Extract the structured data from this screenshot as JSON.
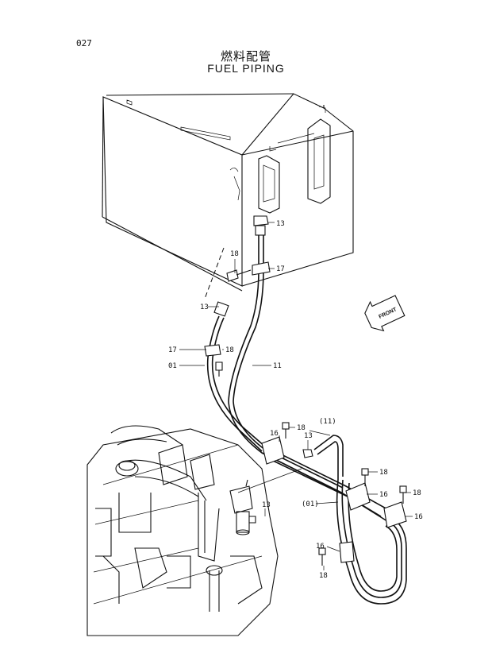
{
  "page": {
    "number": "027"
  },
  "title": {
    "japanese": "燃料配管",
    "english": "FUEL PIPING"
  },
  "front_marker": "FRONT",
  "callouts": {
    "c13_tank": "13",
    "c18_top": "18",
    "c17_top": "17",
    "c13_mid": "13",
    "c17_mid": "17",
    "c18_mid": "18",
    "c01": "01",
    "c11": "11",
    "c16_a": "16",
    "c18_a": "18",
    "c11_paren": "(11)",
    "c13_b": "13",
    "c18_b": "18",
    "c16_b": "16",
    "c18_c": "18",
    "c01_paren": "(01)",
    "c16_c": "16",
    "c13_c": "13",
    "c16_d": "16",
    "c18_d": "18"
  }
}
